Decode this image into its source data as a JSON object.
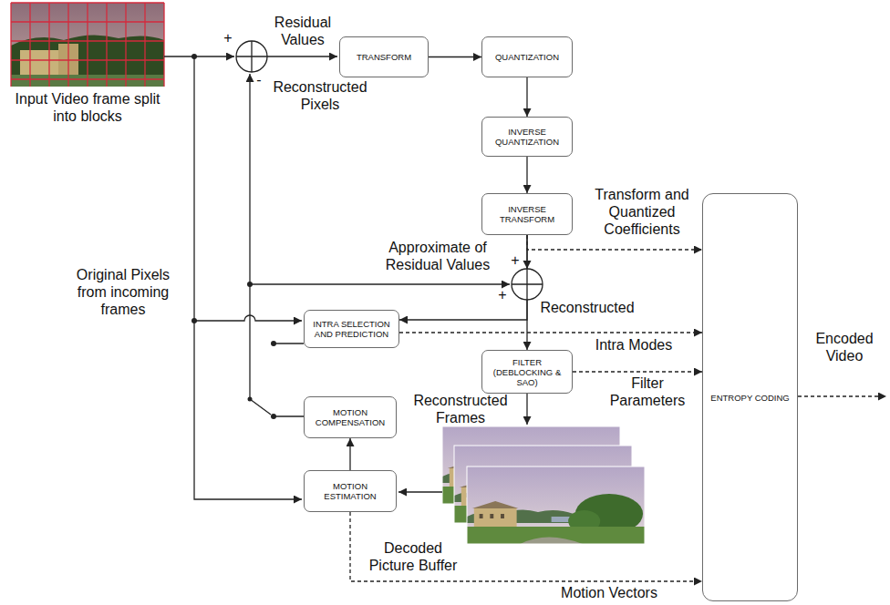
{
  "diagram": {
    "nodes": [
      {
        "text": [
          "TRANSFORM"
        ]
      },
      {
        "text": [
          "QUANTIZATION"
        ]
      },
      {
        "text": [
          "INVERSE QUANTIZATION"
        ]
      },
      {
        "text": [
          "INVERSE TRANSFORM"
        ]
      },
      {
        "text": [
          "INTRA SELECTION AND PREDICTION"
        ]
      },
      {
        "text": [
          "FILTER (DEBLOCKING & SAO)"
        ]
      },
      {
        "text": [
          "MOTION COMPENSATION"
        ]
      },
      {
        "text": [
          "MOTION ESTIMATION"
        ]
      },
      {
        "text": [
          "ENTROPY CODING"
        ]
      }
    ],
    "edges": [
      {
        "from": 0,
        "to": 1,
        "arrow": "to"
      },
      {
        "from": 1,
        "to": 2,
        "arrow": "to"
      },
      {
        "from": 2,
        "to": 3,
        "arrow": "to"
      },
      {
        "from": 3,
        "to": 5,
        "arrow": "to"
      },
      {
        "from": 3,
        "to": 8,
        "label": "Transform and Quantized Coefficients",
        "arrow": "to"
      },
      {
        "from": 3,
        "to": 4,
        "arrow": "to"
      },
      {
        "from": 4,
        "to": 8,
        "label": "Intra Modes",
        "arrow": "to"
      },
      {
        "from": 5,
        "to": 8,
        "label": "Filter Parameters",
        "arrow": "to"
      },
      {
        "from": 7,
        "to": 6,
        "arrow": "to"
      },
      {
        "from": 7,
        "to": 8,
        "label": "Motion Vectors",
        "arrow": "to"
      }
    ],
    "labels": [
      "Residual Values",
      "+",
      "-",
      "Reconstructed Pixels",
      "Input Video frame split into blocks",
      "Original Pixels from incoming frames",
      "Approximate of Residual Values",
      "+",
      "+",
      "Reconstructed",
      "Reconstructed Frames",
      "Decoded Picture Buffer",
      "Encoded Video"
    ]
  }
}
